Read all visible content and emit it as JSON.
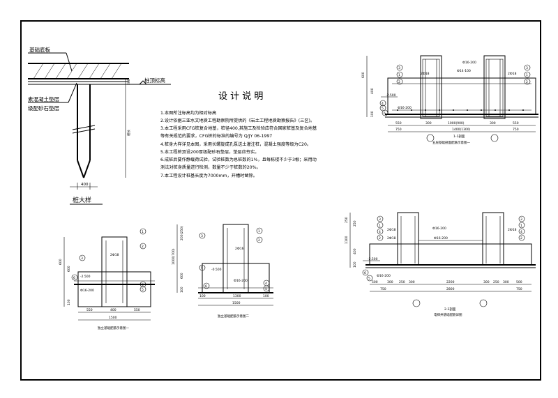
{
  "title": "设 计 说 明",
  "notes": [
    "1.本图所注标高均为相对标高",
    "2.设计依据三亚水文地质工程勘察院所提供的《岩土工程地质勘察报告》(三区)。",
    "3.本工程采用CFG桩复合地基，桩径400,其施工及检验应符合国家桩基及复合地基",
    "   等有关规范的要求，CFG桩的标准的编号为  Q/JY   06-1997",
    "4.桩身大样详见本图，采用长螺旋成孔泵送土灌注桩，混凝土强度等级为C20。",
    "5.本工程桩顶设200厚级配砂石垫层，垫层应夯实。",
    "6.成桩后要作静载荷试验，试验桩数为总桩数的1%，且每栋楼不少于3根；采用动",
    "   测法对桩身质量进行检测，数量不少于桩数的20%。",
    "7.本工程设计桩基长度为7000mm，开槽时凿除。"
  ],
  "pile_detail": {
    "label_slab": "基础底板",
    "label_layers_1": "素混凝土垫层",
    "label_layers_2": "级配砂石垫层",
    "label_pile_top": "桩顶标高",
    "label_length": "桩长",
    "dim_diameter": "400",
    "title": "桩大样"
  },
  "section_1": {
    "caption": "1-1剖面",
    "subcaption": "五层基础剖面配筋示意图一",
    "bars": [
      "2Ф18",
      "Ф14-100",
      "Ф16-200",
      "2Ф18",
      "Ф16-200"
    ],
    "elev": "-2.500",
    "dims_bottom": [
      "550",
      "300",
      "1000(900)",
      "300",
      "550"
    ],
    "dims_total": [
      "750",
      "1400(1300)",
      "750"
    ],
    "side_dims": [
      "600",
      "400",
      "100"
    ],
    "callouts": [
      "3",
      "1",
      "2",
      "4",
      "5",
      "6",
      "3",
      "1",
      "2"
    ]
  },
  "section_2": {
    "caption": "2-2剖面",
    "subcaption": "电梯井基础配筋详图",
    "bars": [
      "2Ф18",
      "Ф16-200",
      "Ф16-200",
      "2Ф18",
      "2Ф18",
      "Ф16-200"
    ],
    "elev": "-2.500",
    "dims_bottom": [
      "500",
      "300",
      "250",
      "300",
      "2200",
      "300",
      "250",
      "300",
      "500"
    ],
    "dims_total": [
      "750",
      "2800",
      "750"
    ],
    "side_dims": [
      "250",
      "1100",
      "250",
      "400",
      "100"
    ],
    "callouts": [
      "3",
      "1",
      "4",
      "2",
      "6",
      "5",
      "3",
      "1",
      "4",
      "2"
    ]
  },
  "section_3": {
    "subcaption": "独立基础配筋示意图一",
    "bars": [
      "2Ф18",
      "Ф16-200"
    ],
    "elev": "-2.500",
    "dims_bottom": [
      "550",
      "400",
      "550"
    ],
    "dims_total": [
      "1500"
    ],
    "side_dims": [
      "600",
      "600",
      "100"
    ],
    "callouts": [
      "1",
      "3",
      "2",
      "6",
      "4",
      "5"
    ]
  },
  "section_4": {
    "subcaption": "独立基础配筋示意图二",
    "bars": [
      "2Ф16",
      "Ф16-200"
    ],
    "elev": "-0.500",
    "dims_bottom": [
      "100",
      "1300",
      "100"
    ],
    "dims_total": [
      "1500"
    ],
    "side_dims": [
      "200(250)",
      "1000(700)",
      "600",
      "100"
    ],
    "callouts": [
      "1",
      "3",
      "2",
      "5",
      "4",
      "6",
      "5"
    ]
  }
}
